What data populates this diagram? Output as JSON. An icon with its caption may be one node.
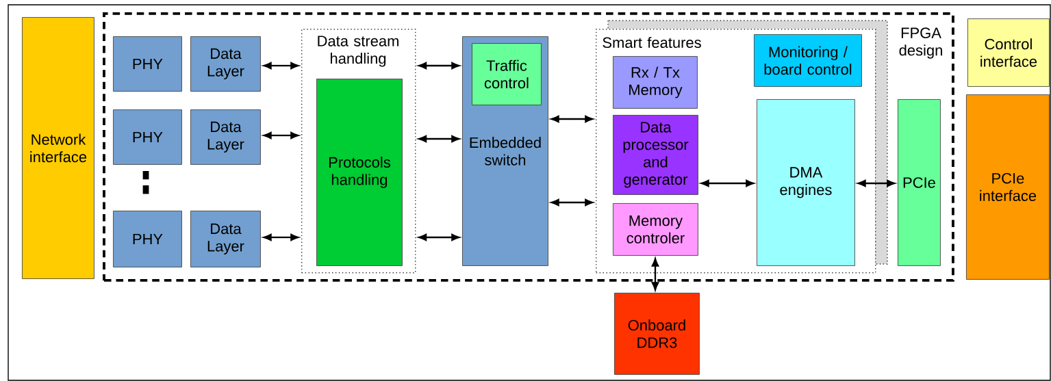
{
  "diagram": {
    "nodes": [
      {
        "text": [
          "Network interface"
        ]
      },
      {
        "text": [
          "FPGA design"
        ]
      },
      {
        "text": [
          "PHY"
        ],
        "in": 1
      },
      {
        "text": [
          "Data Layer"
        ],
        "in": 1
      },
      {
        "text": [
          "PHY"
        ],
        "in": 1
      },
      {
        "text": [
          "Data Layer"
        ],
        "in": 1
      },
      {
        "text": [
          "PHY"
        ],
        "in": 1
      },
      {
        "text": [
          "Data Layer"
        ],
        "in": 1
      },
      {
        "text": [
          "Data stream handling"
        ],
        "in": 1
      },
      {
        "text": [
          "Protocols handling"
        ],
        "in": 8
      },
      {
        "text": [
          "Embedded switch"
        ],
        "in": 1
      },
      {
        "text": [
          "Traffic control"
        ],
        "in": 10
      },
      {
        "text": [
          "Smart features"
        ],
        "in": 1
      },
      {
        "text": [
          "Rx / Tx Memory"
        ],
        "in": 12
      },
      {
        "text": [
          "Data processor and generator"
        ],
        "in": 12
      },
      {
        "text": [
          "Memory controler"
        ],
        "in": 12
      },
      {
        "text": [
          "Monitoring / board control"
        ],
        "in": 12
      },
      {
        "text": [
          "DMA engines"
        ],
        "in": 12
      },
      {
        "text": [
          "PCIe"
        ],
        "in": 1
      },
      {
        "text": [
          "Control interface"
        ]
      },
      {
        "text": [
          "PCIe interface"
        ]
      },
      {
        "text": [
          "Onboard DDR3"
        ]
      }
    ],
    "edges": [
      {
        "from": 3,
        "to": 8,
        "arrow": "both"
      },
      {
        "from": 5,
        "to": 8,
        "arrow": "both"
      },
      {
        "from": 7,
        "to": 8,
        "arrow": "both"
      },
      {
        "from": 8,
        "to": 10,
        "arrow": "both"
      },
      {
        "from": 8,
        "to": 10,
        "arrow": "both"
      },
      {
        "from": 8,
        "to": 10,
        "arrow": "both"
      },
      {
        "from": 10,
        "to": 12,
        "arrow": "both"
      },
      {
        "from": 10,
        "to": 12,
        "arrow": "both"
      },
      {
        "from": 14,
        "to": 17,
        "arrow": "both"
      },
      {
        "from": 17,
        "to": 18,
        "arrow": "both"
      },
      {
        "from": 15,
        "to": 21,
        "arrow": "both"
      }
    ]
  }
}
